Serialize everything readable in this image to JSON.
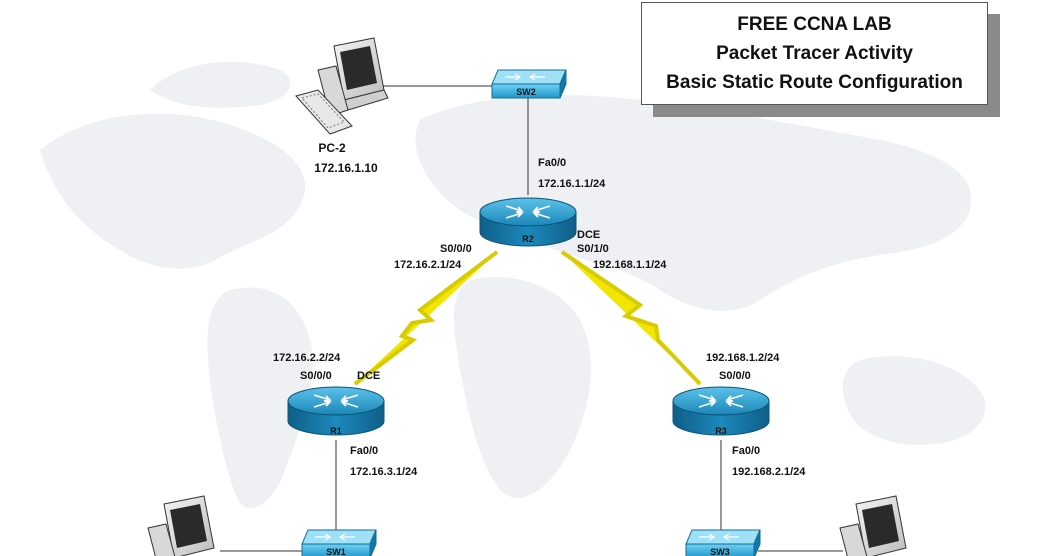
{
  "title": {
    "line1": "FREE CCNA LAB",
    "line2": "Packet Tracer Activity",
    "line3": "Basic Static Route Configuration"
  },
  "devices": {
    "pc2": {
      "name": "PC-2",
      "ip": "172.16.1.10"
    },
    "sw2_top": {
      "name": "SW2"
    },
    "r2": {
      "name": "R2",
      "fa": "Fa0/0",
      "fa_ip": "172.16.1.1/24",
      "s000": "S0/0/0",
      "s000_ip": "172.16.2.1/24",
      "dce": "DCE",
      "s010": "S0/1/0",
      "s010_ip": "192.168.1.1/24"
    },
    "r1": {
      "name": "R1",
      "s_ip": "172.16.2.2/24",
      "s": "S0/0/0",
      "dce": "DCE",
      "fa": "Fa0/0",
      "fa_ip": "172.16.3.1/24"
    },
    "r3": {
      "name": "R3",
      "s_ip": "192.168.1.2/24",
      "s": "S0/0/0",
      "fa": "Fa0/0",
      "fa_ip": "192.168.2.1/24"
    },
    "sw_left": {
      "name": "SW1"
    },
    "sw_right": {
      "name": "SW3"
    }
  },
  "colors": {
    "router": "#1f8fc0",
    "switch": "#2aa7d8",
    "serial": "#f2e600",
    "map": "#eceff2"
  }
}
